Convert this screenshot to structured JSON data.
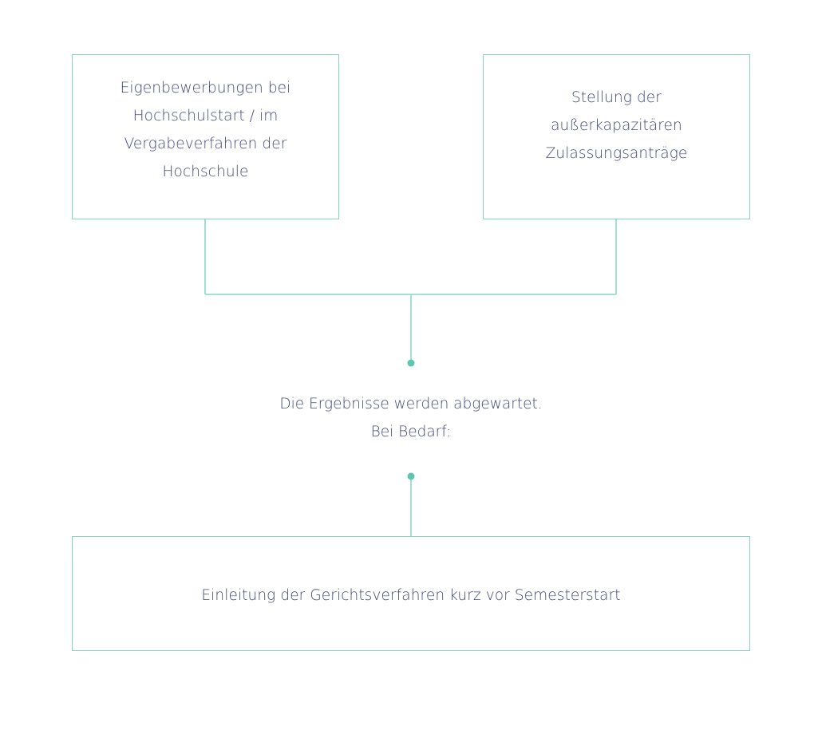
{
  "diagram": {
    "colors": {
      "accent": "#5dc6b2",
      "line": "#88d3c2",
      "text": "#3f4a78",
      "background": "#ffffff"
    },
    "top_left_box": {
      "lines": [
        "Eigenbewerbungen bei",
        "Hochschulstart / im",
        "Vergabeverfahren der",
        "Hochschule"
      ]
    },
    "top_right_box": {
      "lines": [
        "Stellung der",
        "außerkapazitären",
        "Zulassungsanträge"
      ]
    },
    "middle_text": {
      "lines": [
        "Die Ergebnisse werden abgewartet.",
        "Bei Bedarf:"
      ]
    },
    "bottom_box": {
      "lines": [
        "Einleitung der Gerichtsverfahren kurz vor Semesterstart"
      ]
    }
  }
}
